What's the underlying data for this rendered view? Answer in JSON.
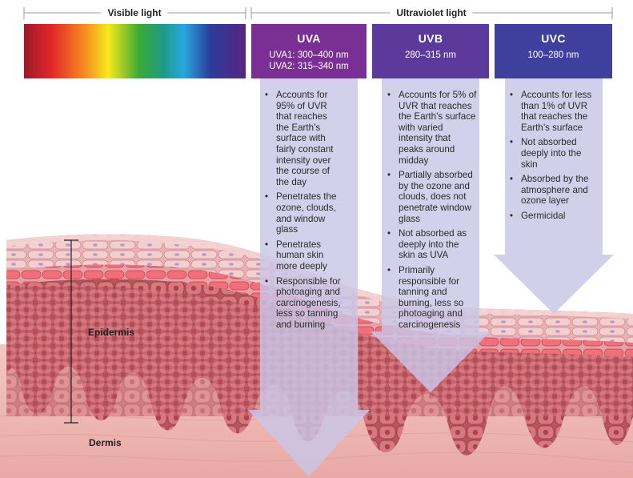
{
  "labels": {
    "visible": "Visible light",
    "ultraviolet": "Ultraviolet light",
    "epidermis": "Epidermis",
    "dermis": "Dermis"
  },
  "uva": {
    "title": "UVA",
    "lines": [
      "UVA1: 300–400 nm",
      "UVA2: 315–340 nm"
    ],
    "color": "#7a2f95",
    "bullets": [
      [
        "Accounts for",
        "95% of UVR",
        "that reaches",
        "the Earth’s",
        "surface with",
        "fairly constant",
        "intensity over",
        "the course of",
        "the day"
      ],
      [
        "Penetrates the",
        "ozone, clouds,",
        "and window",
        "glass"
      ],
      [
        "Penetrates",
        "human skin",
        "more deeply"
      ],
      [
        "Responsible for",
        "photoaging and",
        "carcinogenesis,",
        "less so tanning",
        "and burning"
      ]
    ]
  },
  "uvb": {
    "title": "UVB",
    "lines": [
      "280–315 nm"
    ],
    "color": "#5b3a9b",
    "bullets": [
      [
        "Accounts for 5% of",
        "UVR that reaches",
        "the Earth’s surface",
        "with varied",
        "intensity that",
        "peaks around",
        "midday"
      ],
      [
        "Partially absorbed",
        "by the ozone and",
        "clouds, does not",
        "penetrate window",
        "glass"
      ],
      [
        "Not absorbed as",
        "deeply into the",
        "skin as UVA"
      ],
      [
        "Primarily",
        "responsible for",
        "tanning and",
        "burning, less so",
        "photoaging and",
        "carcinogenesis"
      ]
    ]
  },
  "uvc": {
    "title": "UVC",
    "lines": [
      "100–280 nm"
    ],
    "color": "#3f3f9e",
    "bullets": [
      [
        "Accounts for less",
        "than 1% of UVR",
        "that reaches the",
        "Earth’s surface"
      ],
      [
        "Not absorbed",
        "deeply into the",
        "skin"
      ],
      [
        "Absorbed by the",
        "atmosphere and",
        "ozone layer"
      ],
      [
        "Germicidal"
      ]
    ]
  },
  "colors": {
    "arrow": "#c9c6e6",
    "skin_surface": "#e8b8b8",
    "cell_fill": "#c9636a",
    "cell_outline": "#8f3a44",
    "dermis": "#f2c9c4"
  }
}
